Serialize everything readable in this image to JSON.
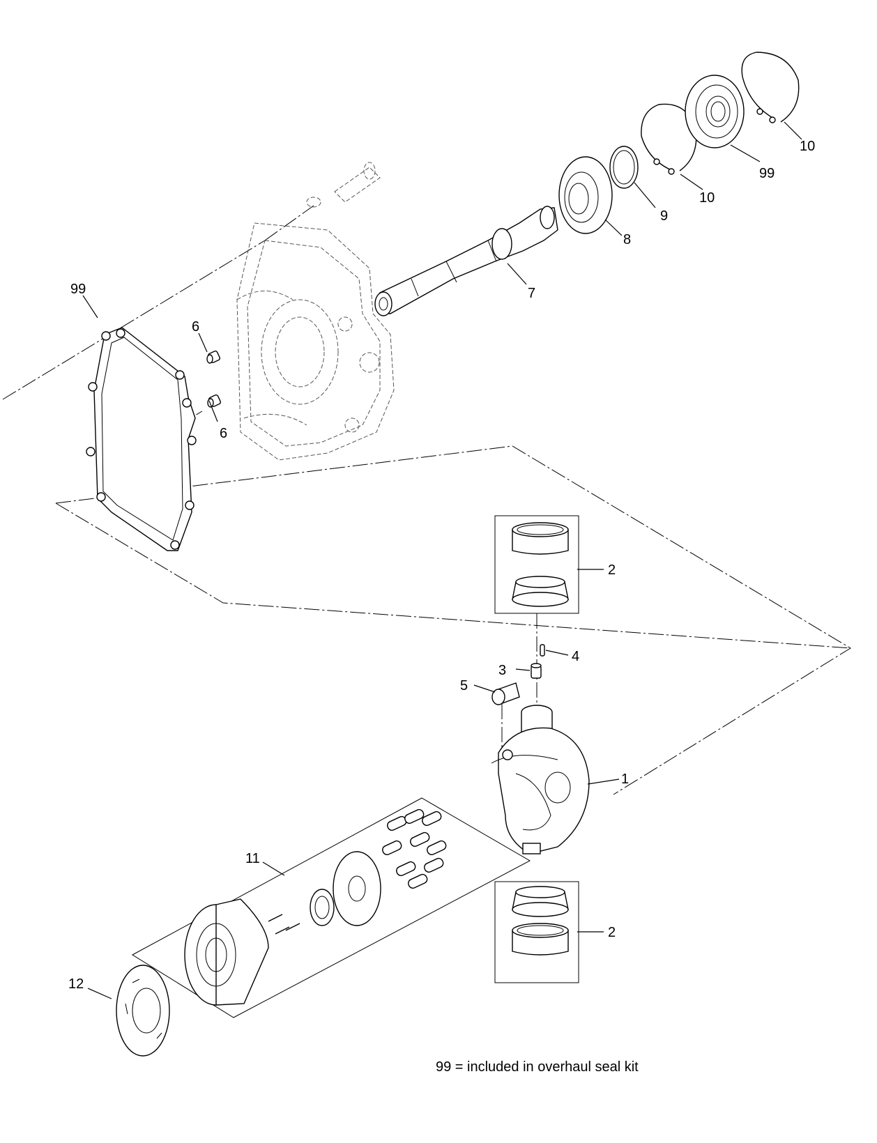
{
  "callouts": {
    "c1": "1",
    "c2_top": "2",
    "c2_bottom": "2",
    "c3": "3",
    "c4": "4",
    "c5": "5",
    "c6_top": "6",
    "c6_bottom": "6",
    "c7": "7",
    "c8": "8",
    "c9": "9",
    "c10_inner": "10",
    "c10_outer": "10",
    "c11": "11",
    "c12": "12",
    "c99_gasket": "99",
    "c99_seal": "99"
  },
  "note": "99 = included in overhaul seal kit"
}
